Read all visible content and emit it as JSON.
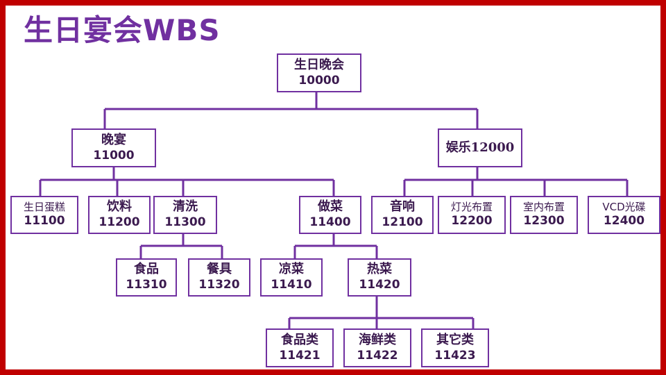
{
  "title": "生日宴会WBS",
  "colors": {
    "border": "#c00000",
    "accent": "#7030a0",
    "text": "#3b1a4f"
  },
  "nodes": {
    "root": {
      "name": "生日晚会",
      "code": "10000"
    },
    "banquet": {
      "name": "晚宴",
      "code": "11000"
    },
    "entertainment": {
      "label": "娱乐12000"
    },
    "cake": {
      "name": "生日蛋糕",
      "code": "11100"
    },
    "drinks": {
      "name": "饮料",
      "code": "11200"
    },
    "cleaning": {
      "name": "清洗",
      "code": "11300"
    },
    "cooking": {
      "name": "做菜",
      "code": "11400"
    },
    "sound": {
      "name": "音响",
      "code": "12100"
    },
    "lighting": {
      "name": "灯光布置",
      "code": "12200"
    },
    "indoor": {
      "name": "室内布置",
      "code": "12300"
    },
    "vcd": {
      "name": "VCD光碟",
      "code": "12400"
    },
    "food": {
      "name": "食品",
      "code": "11310"
    },
    "tableware": {
      "name": "餐具",
      "code": "11320"
    },
    "cold": {
      "name": "凉菜",
      "code": "11410"
    },
    "hot": {
      "name": "热菜",
      "code": "11420"
    },
    "hot_food": {
      "name": "食品类",
      "code": "11421"
    },
    "seafood": {
      "name": "海鲜类",
      "code": "11422"
    },
    "others": {
      "name": "其它类",
      "code": "11423"
    }
  }
}
